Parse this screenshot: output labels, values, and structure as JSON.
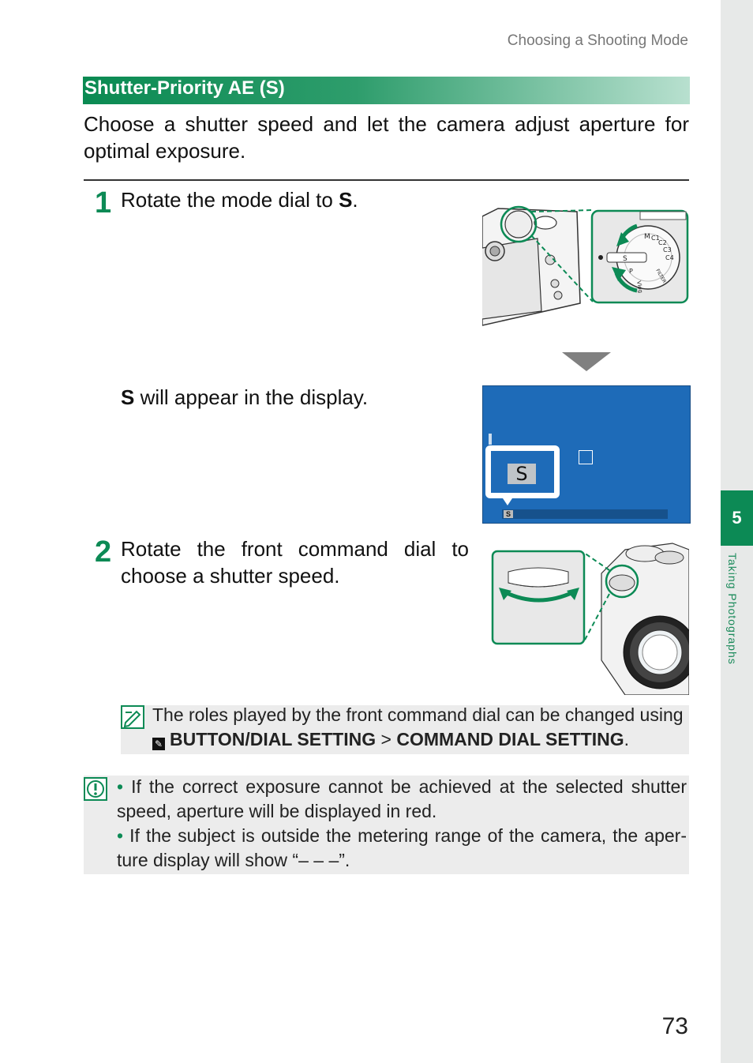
{
  "header": {
    "running_title": "Choosing a Shooting Mode"
  },
  "section": {
    "title": "Shutter-Priority AE (S)",
    "intro": "Choose a shutter speed and let the camera adjust aperture for optimal exposure."
  },
  "steps": [
    {
      "number": "1",
      "text_before": "Rotate the mode dial to ",
      "text_bold": "S",
      "text_after": "."
    },
    {
      "number": "2",
      "text": "Rotate the front command dial to choose a shutter speed."
    }
  ],
  "display_caption": {
    "bold": "S",
    "text": " will appear in the display."
  },
  "mode_dial_labels": [
    "M",
    "C1",
    "C2",
    "C3",
    "C4",
    "S",
    "P",
    "FILTER",
    "Vlog"
  ],
  "display": {
    "mode_badge": "S",
    "small_badge": "S",
    "screen_color": "#1e6bb8"
  },
  "note": {
    "text": "The roles played by the front command dial can be changed using",
    "menu_path": [
      "BUTTON/DIAL SETTING",
      "COMMAND DIAL SETTING"
    ],
    "separator": ">",
    "end": "."
  },
  "warnings": [
    "If the correct exposure cannot be achieved at the selected shutter speed, aperture will be displayed in red.",
    "If the subject is outside the metering range of the camera, the aper-ture display will show “– – –”."
  ],
  "sidebar": {
    "chapter_number": "5",
    "chapter_title": "Taking Photographs"
  },
  "page_number": "73",
  "colors": {
    "accent": "#0c8a55",
    "box_gray": "#ececec",
    "screen_blue": "#1e6bb8"
  }
}
